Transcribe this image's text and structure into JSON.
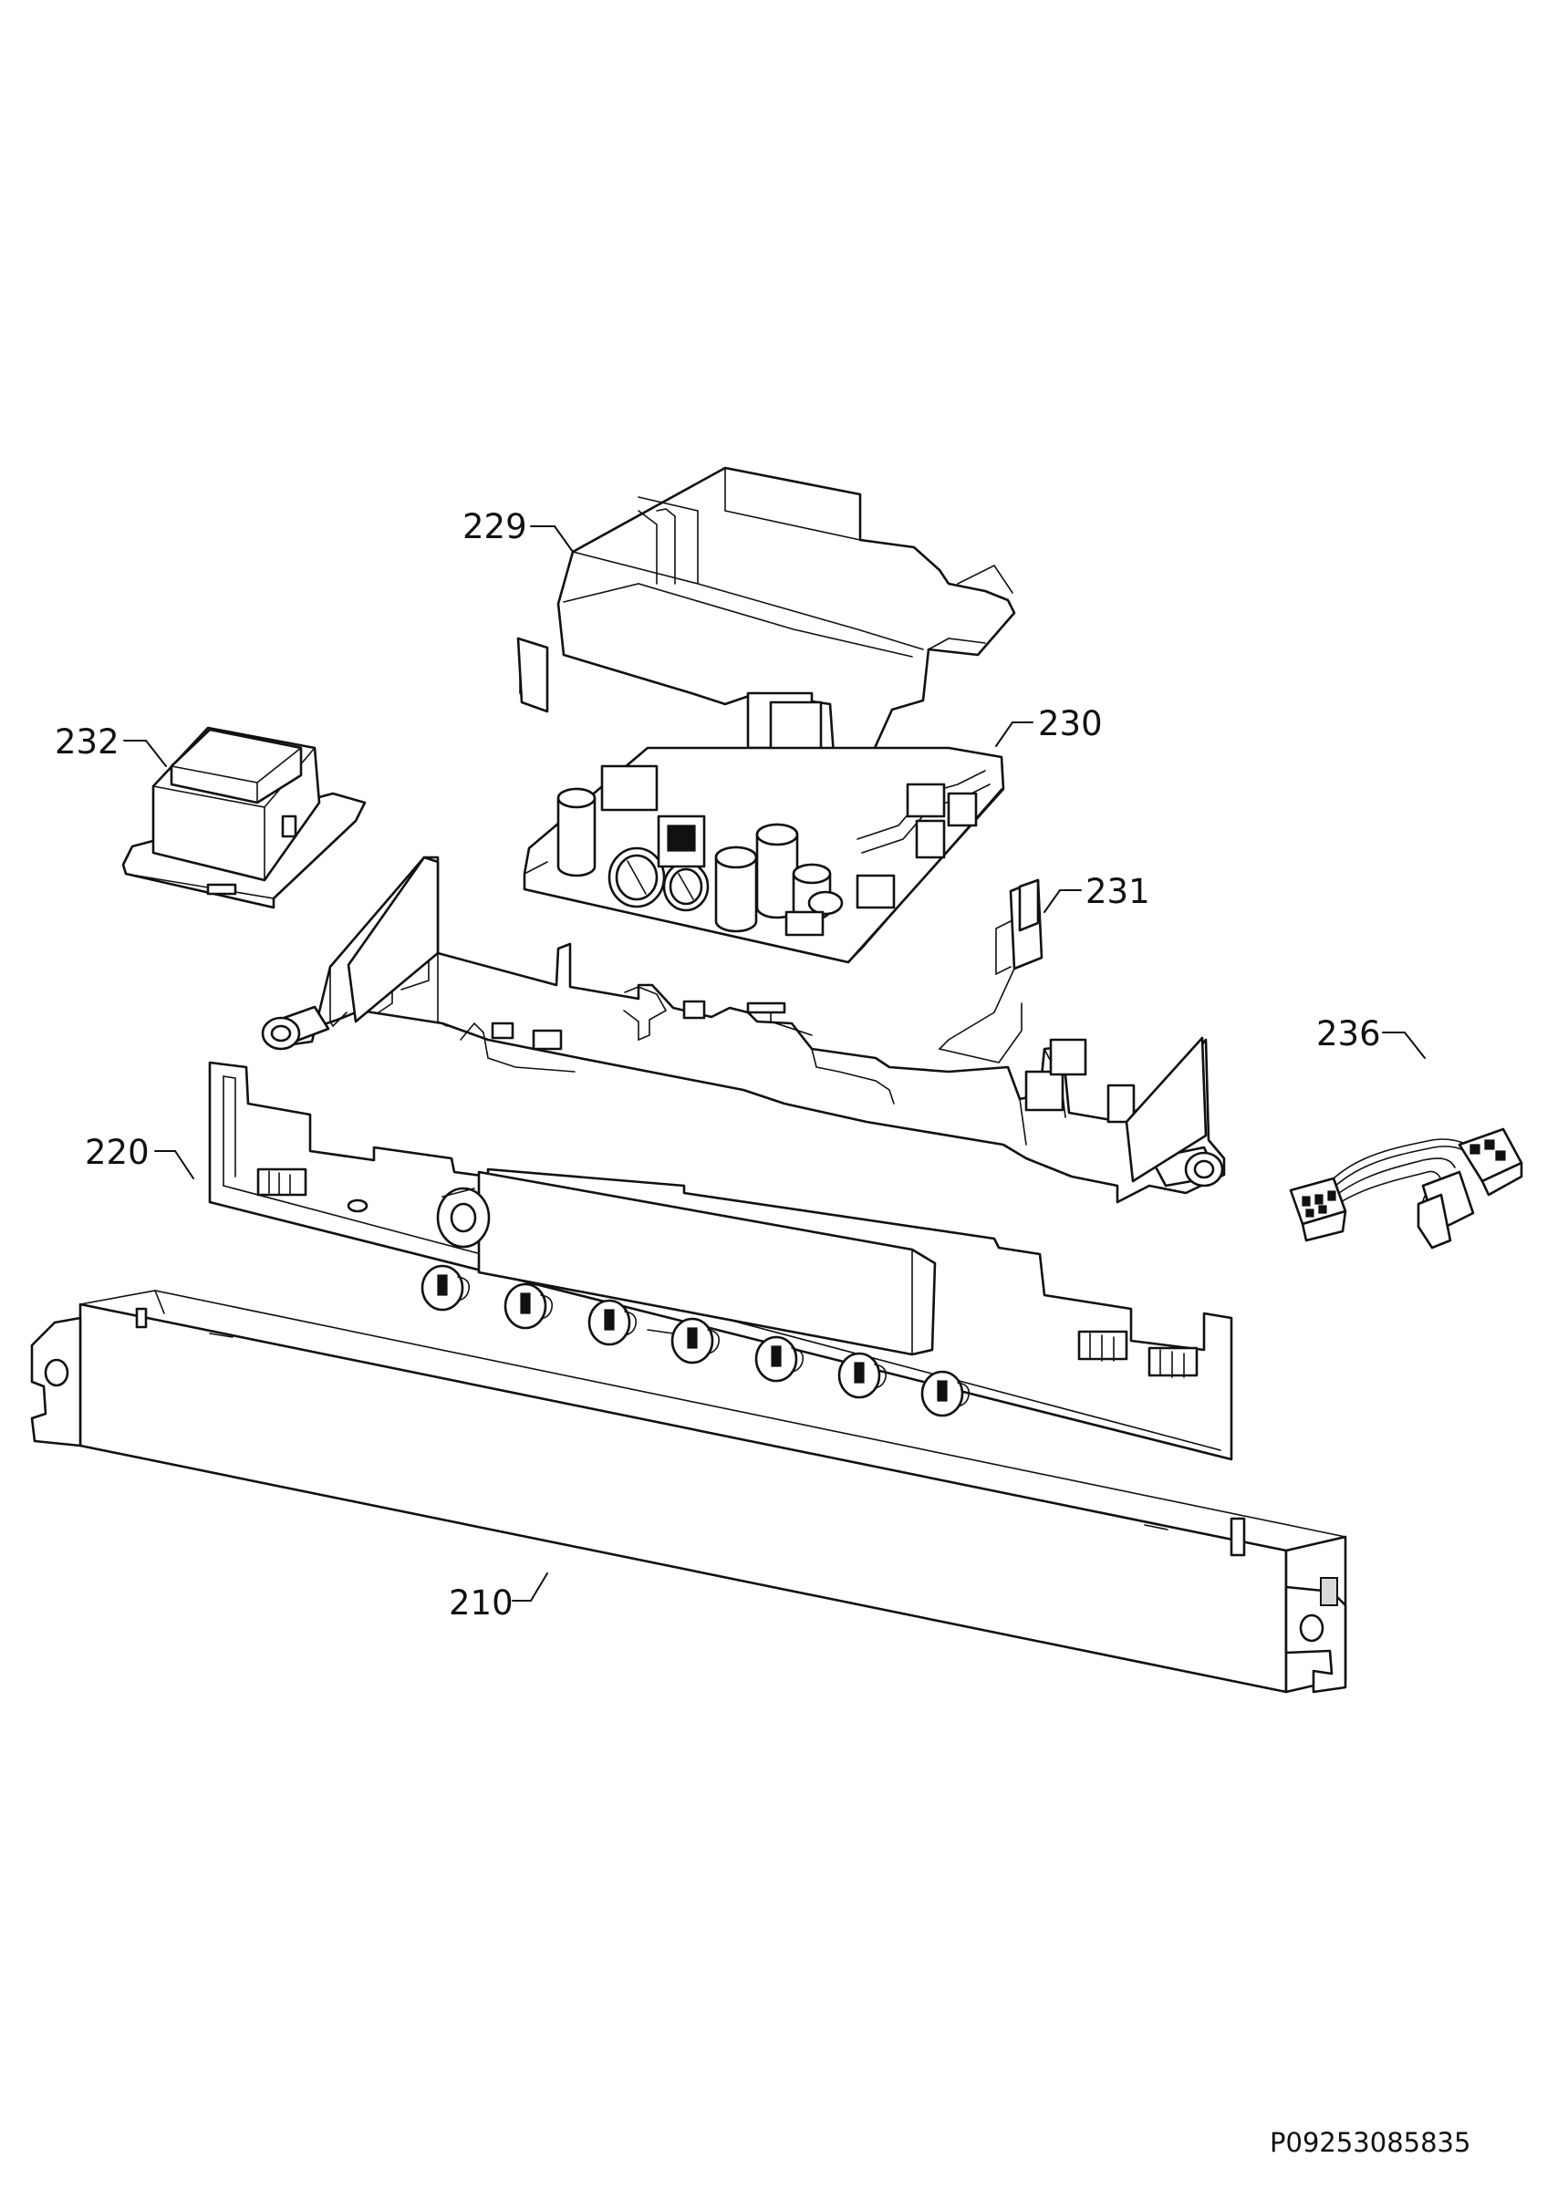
{
  "callouts": {
    "c229": "229",
    "c230": "230",
    "c231": "231",
    "c232": "232",
    "c236": "236",
    "c220": "220",
    "c210": "210"
  },
  "drawing_ref": "P09253085835"
}
